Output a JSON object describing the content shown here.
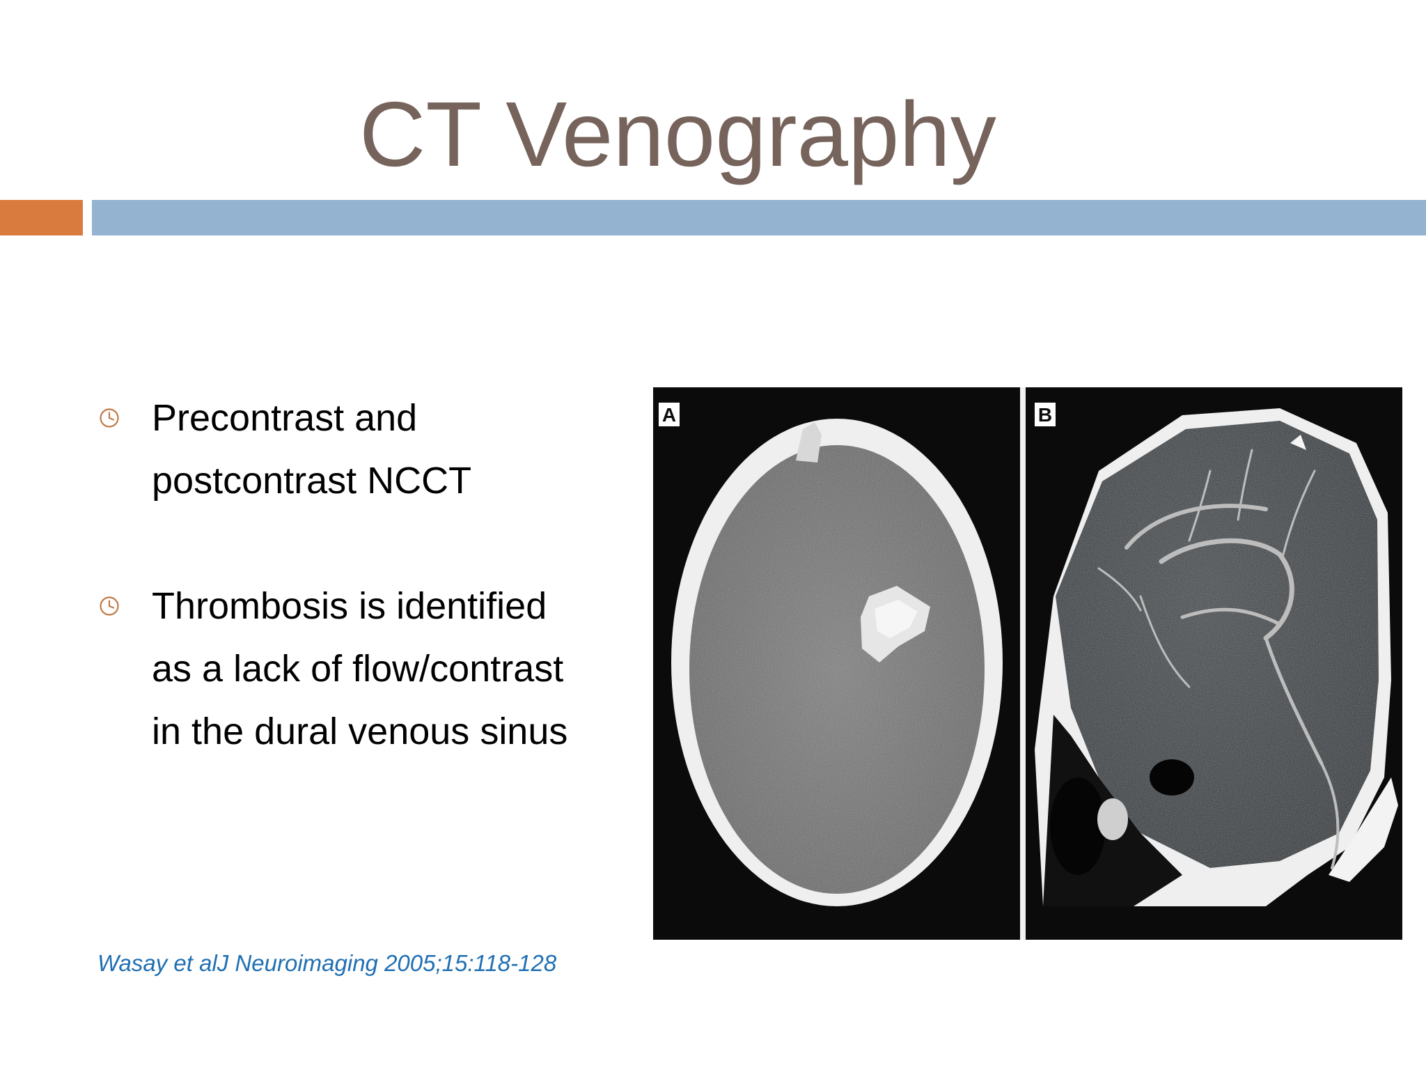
{
  "slide": {
    "title": "CT Venography",
    "colors": {
      "title": "#76635b",
      "accent_bar": "#d97b3f",
      "main_bar": "#93b3d0",
      "citation": "#1f6fb2",
      "bullet_icon": "#c07a48"
    },
    "bullets": [
      {
        "icon": "clock-icon",
        "lines": [
          "Precontrast and",
          "postcontrast NCCT"
        ]
      },
      {
        "icon": "clock-icon",
        "lines": [
          "Thrombosis is identified",
          "as a lack of flow/contrast",
          "in the dural venous sinus"
        ]
      }
    ],
    "citation": "Wasay et alJ Neuroimaging 2005;15:118-128",
    "figure": {
      "panel_a_label": "A",
      "panel_b_label": "B"
    }
  }
}
